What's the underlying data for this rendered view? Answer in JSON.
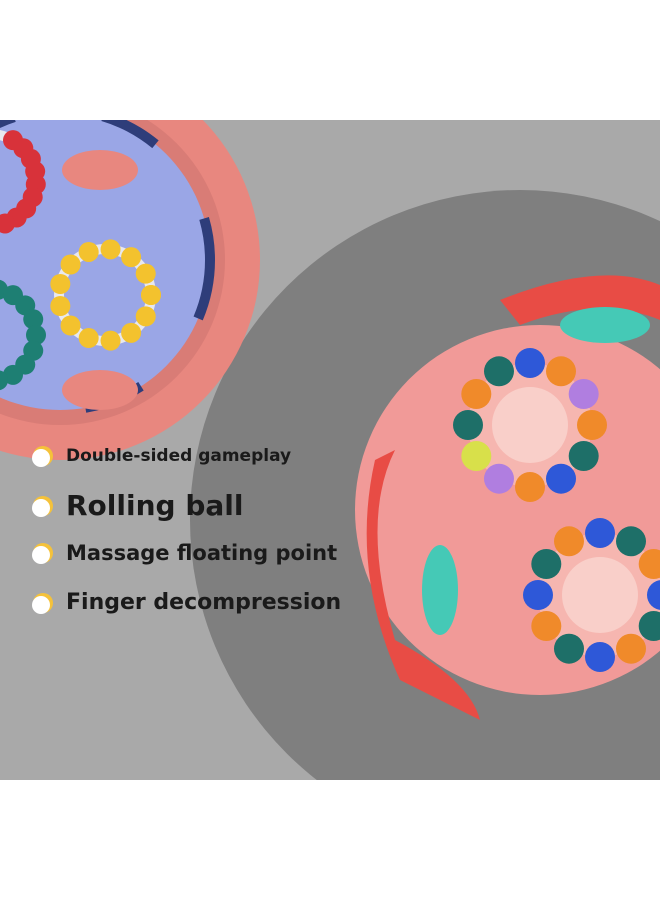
{
  "features": [
    {
      "label": "Double-sided gameplay",
      "icon": "moon-bullet-icon"
    },
    {
      "label": "Rolling ball",
      "icon": "moon-bullet-icon"
    },
    {
      "label": "Massage floating point",
      "icon": "moon-bullet-icon"
    },
    {
      "label": "Finger decompression",
      "icon": "moon-bullet-icon"
    }
  ],
  "colors": {
    "background": "#a9a9a9",
    "ring": "#e8877f",
    "blue_toy": "#9aa6e6",
    "pink_toy": "#f19a98",
    "accent_red": "#e84c45",
    "accent_teal": "#45c9b6",
    "bullet_yellow": "#f5c23a"
  }
}
